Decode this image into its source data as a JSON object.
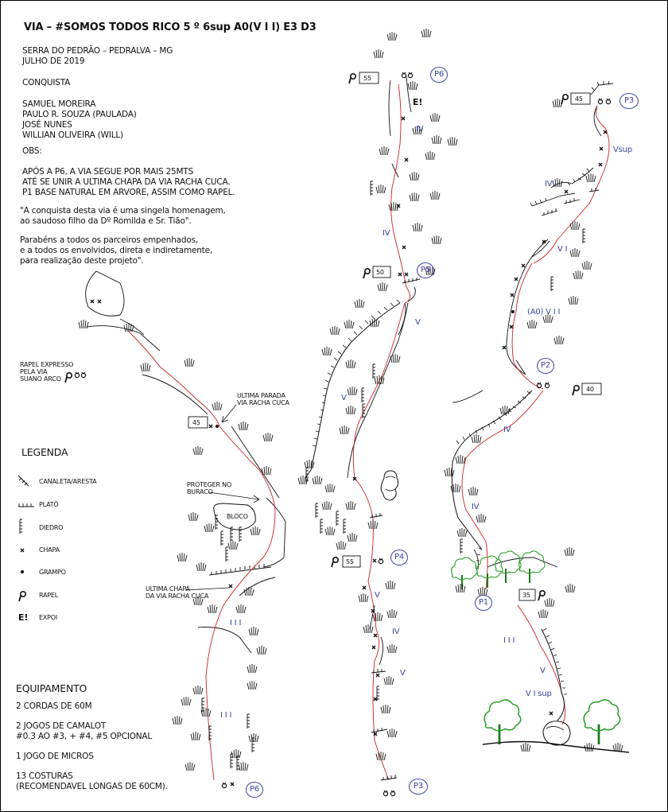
{
  "title": "VIA – #SOMOS TODOS RICO 5 º 6sup A0(V I I) E3 D3",
  "header": {
    "location": "SERRA DO PEDRÃO – PEDRALVA – MG",
    "date": "JULHO DE 2019",
    "conquest_label": "CONQUISTA",
    "climbers": [
      "SAMUEL MOREIRA",
      "PAULO R. SOUZA (PAULADA)",
      "JOSÉ NUNES",
      "WILLIAN OLIVEIRA (WILL)"
    ],
    "obs_label": "OBS:",
    "obs_lines": [
      "APÓS A P6, A VIA SEGUE POR MAIS 25MTS",
      "ATÉ SE UNIR A ULTIMA CHAPA DA VIA RACHA CUCA.",
      "P1 BASE NATURAL EM ARVORE, ASSIM COMO RAPEL."
    ],
    "quote_lines": [
      "\"A conquista desta via é uma singela homenagem,",
      "ao saudoso filho da Dº Romilda e Sr. Tião\".",
      "",
      "Parabéns a todos os parceiros empenhados,",
      "e a todos os envolvidos, direta e indiretamente,",
      "para realização deste projeto\"."
    ]
  },
  "legend": {
    "title": "LEGENDA",
    "items": [
      "CANALETA/ARESTA",
      "PLATÔ",
      "DIEDRO",
      "CHAPA",
      "GRAMPO",
      "RAPEL",
      "EXPOI"
    ]
  },
  "equipment": {
    "title": "EQUIPAMENTO",
    "lines": [
      "2 CORDAS DE 60M",
      "",
      "2 JOGOS DE CAMALOT",
      "#0.3 AO #3, + #4, #5 OPCIONAL",
      "",
      "1 JOGO DE MICROS",
      "",
      "13 COSTURAS",
      "(RECOMENDAVEL LONGAS DE 60CM)."
    ]
  },
  "annotations": {
    "rapel_expresso": [
      "RAPEL EXPRESSO",
      "PELA VIA",
      "SUANO ARCO"
    ],
    "ultima_parada": [
      "ULTIMA PARADA",
      "VIA RACHA CUCA"
    ],
    "proteger": [
      "PROTEGER NO",
      "BURACO"
    ],
    "bloco": "BLOCO",
    "ultima_chapa": [
      "ULTIMA CHAPA",
      "DA VIA RACHA CUCA"
    ],
    "expo_mark": "E!"
  },
  "stations": {
    "p1": "P1",
    "p2": "P2",
    "p3_top": "P3",
    "p3_bottom": "P3",
    "p4": "P4",
    "p5": "P5",
    "p6_top": "P6",
    "p6_bottom": "P6"
  },
  "rappel_lengths": {
    "r45_left": "45",
    "r55_top": "55",
    "r50": "50",
    "r55_mid": "55",
    "r45_right": "45",
    "r40": "40",
    "r35": "35"
  },
  "grades": {
    "col1": [
      "I I I",
      "I I I"
    ],
    "col2": [
      "IV",
      "IV",
      "V",
      "V",
      "V",
      "IV",
      "V"
    ],
    "col3": [
      "Vsup",
      "IV",
      "V I",
      "(A0)  V I I",
      "IV",
      "IV",
      "I I I",
      "V",
      "V I sup"
    ]
  },
  "colors": {
    "route": "#cc2222",
    "grade": "#3a43a0",
    "tree": "#2aa02a",
    "ink": "#111111"
  }
}
